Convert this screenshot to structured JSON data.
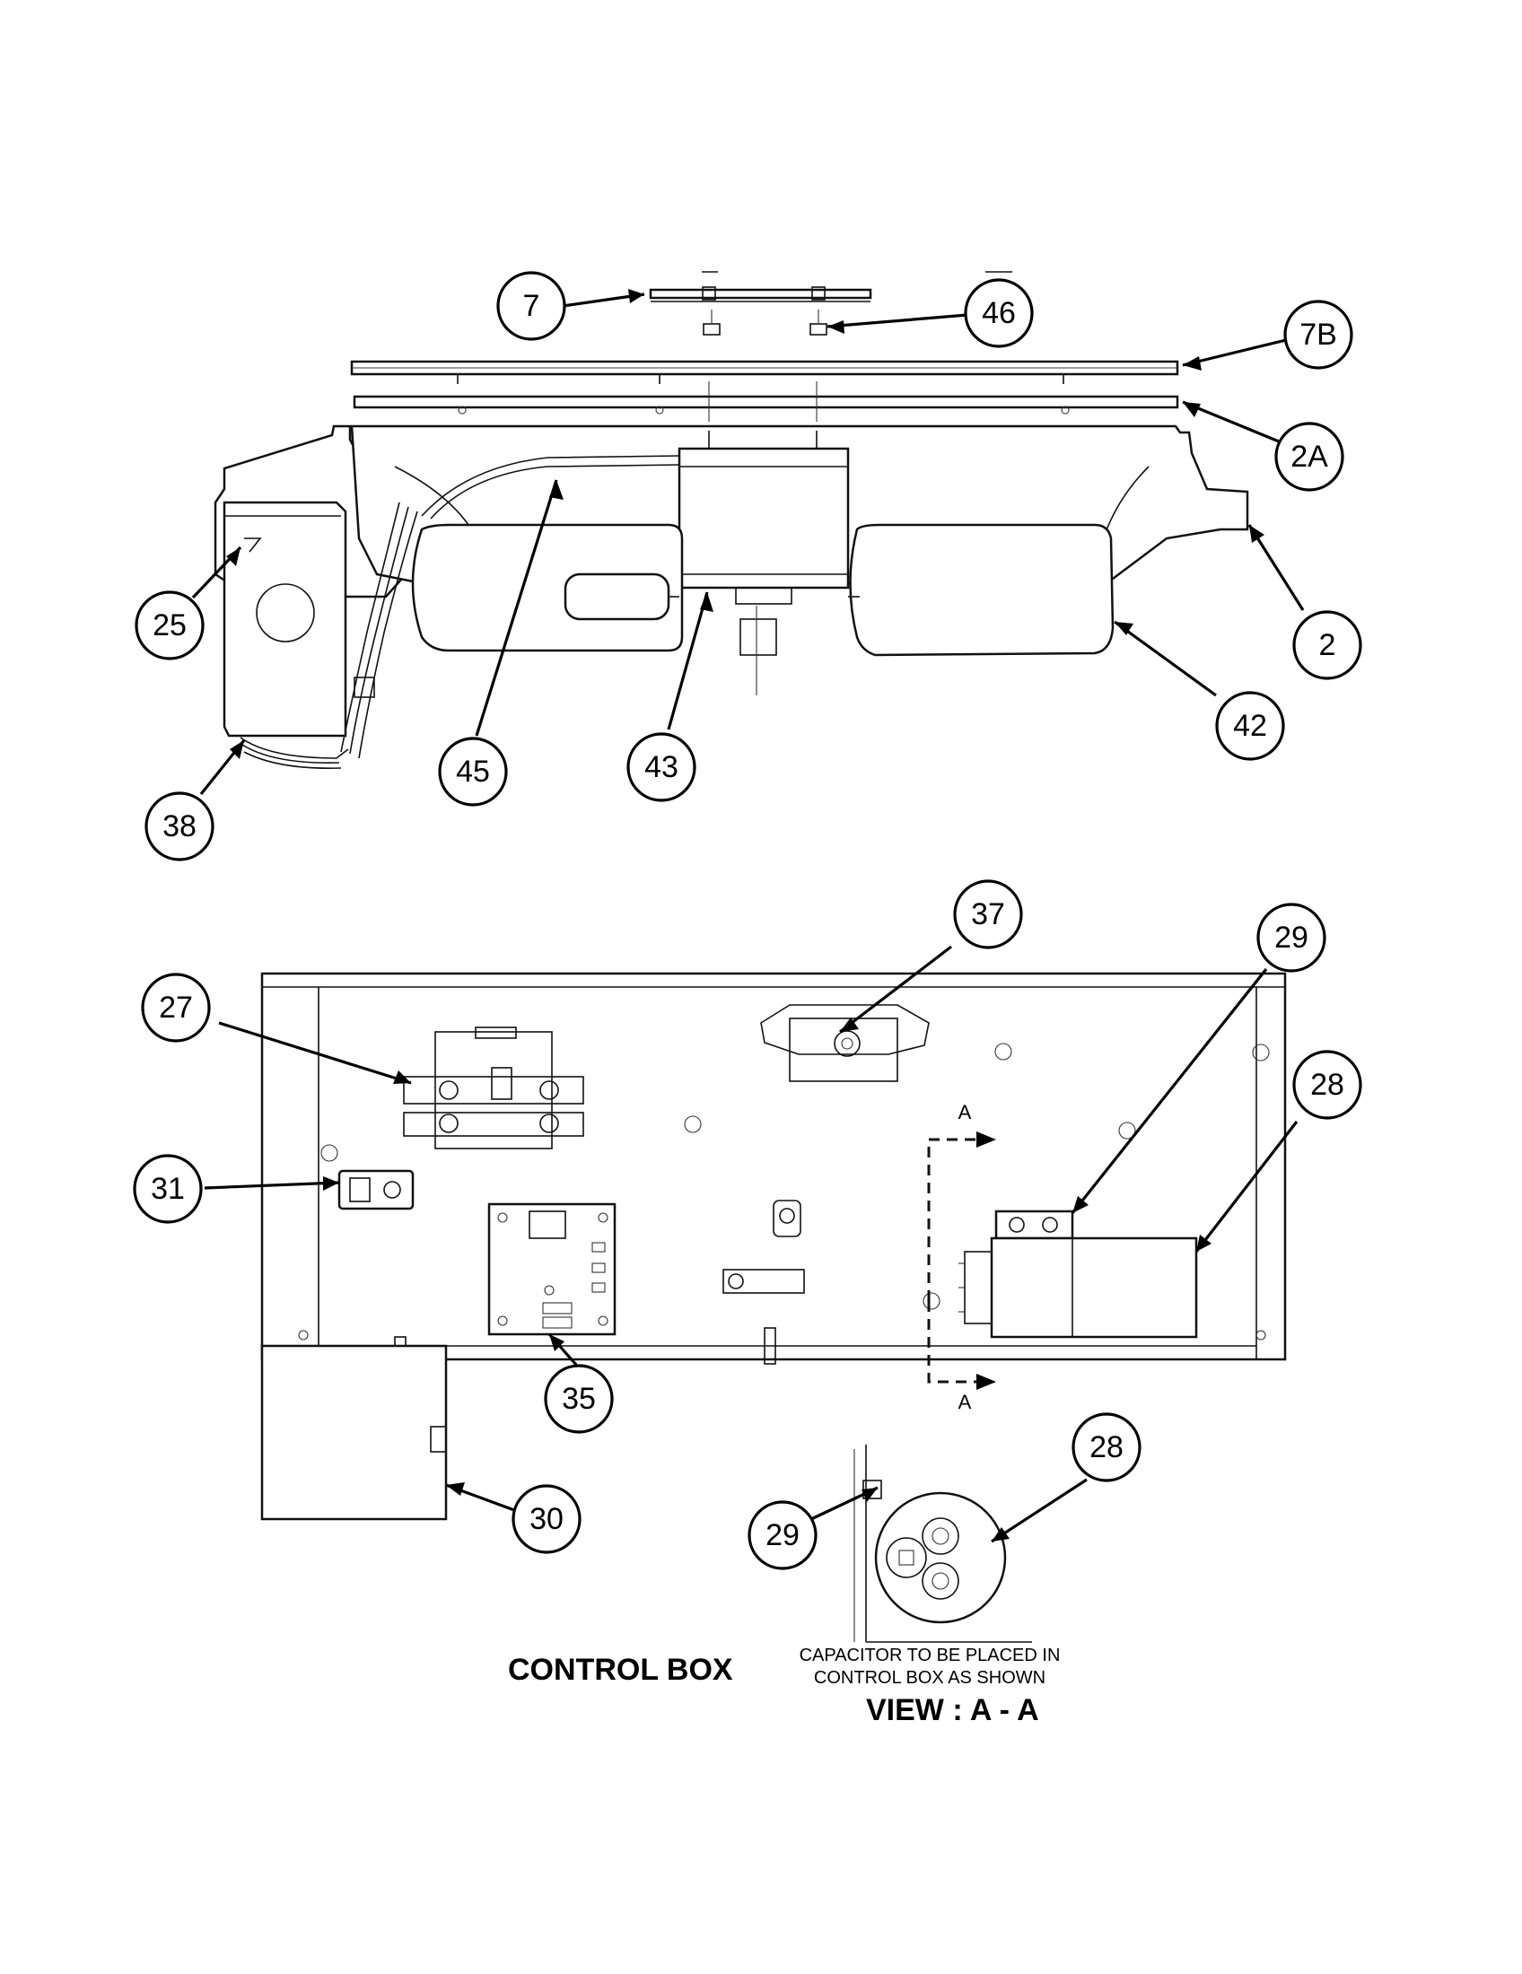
{
  "callouts": [
    {
      "id": "c7",
      "label": "7"
    },
    {
      "id": "c46",
      "label": "46"
    },
    {
      "id": "c7B",
      "label": "7B"
    },
    {
      "id": "c2A",
      "label": "2A"
    },
    {
      "id": "c2",
      "label": "2"
    },
    {
      "id": "c25",
      "label": "25"
    },
    {
      "id": "c42",
      "label": "42"
    },
    {
      "id": "c45",
      "label": "45"
    },
    {
      "id": "c43",
      "label": "43"
    },
    {
      "id": "c38",
      "label": "38"
    },
    {
      "id": "c37",
      "label": "37"
    },
    {
      "id": "c29a",
      "label": "29"
    },
    {
      "id": "c27",
      "label": "27"
    },
    {
      "id": "c28a",
      "label": "28"
    },
    {
      "id": "c31",
      "label": "31"
    },
    {
      "id": "c35",
      "label": "35"
    },
    {
      "id": "c30",
      "label": "30"
    },
    {
      "id": "c28b",
      "label": "28"
    },
    {
      "id": "c29b",
      "label": "29"
    }
  ],
  "captions": {
    "control_box": "CONTROL BOX",
    "capacitor_line1": "CAPACITOR TO BE PLACED IN",
    "capacitor_line2": "CONTROL BOX AS SHOWN",
    "view": "VIEW : A - A"
  },
  "section_marker": {
    "top": "A",
    "bottom": "A"
  },
  "colors": {
    "line": "#000000",
    "background": "#ffffff"
  }
}
